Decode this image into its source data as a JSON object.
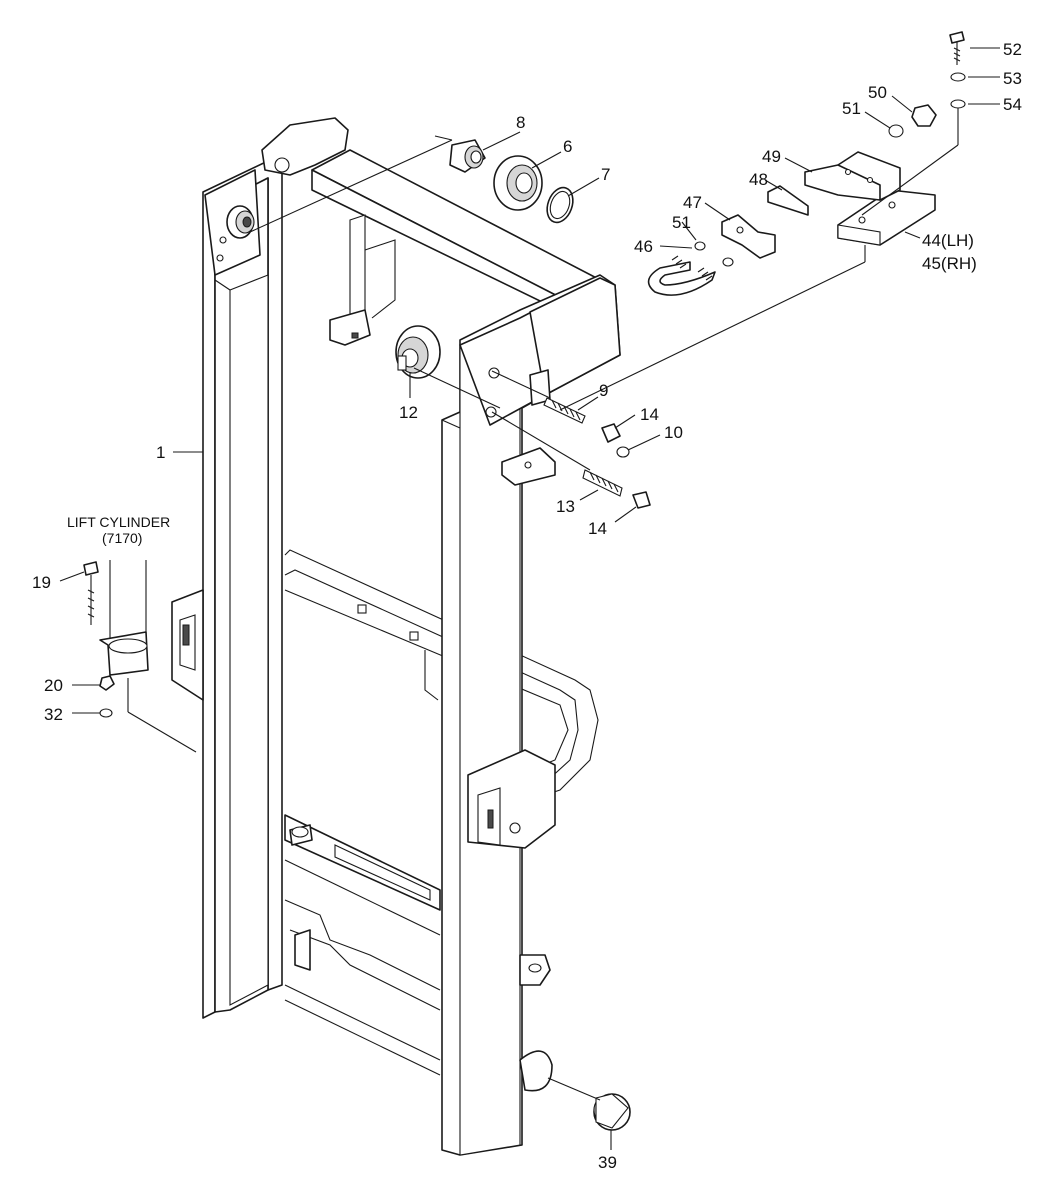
{
  "callouts": [
    {
      "id": "p1",
      "text": "1"
    },
    {
      "id": "p6",
      "text": "6"
    },
    {
      "id": "p7",
      "text": "7"
    },
    {
      "id": "p8",
      "text": "8"
    },
    {
      "id": "p9",
      "text": "9"
    },
    {
      "id": "p10",
      "text": "10"
    },
    {
      "id": "p12",
      "text": "12"
    },
    {
      "id": "p13",
      "text": "13"
    },
    {
      "id": "p14a",
      "text": "14"
    },
    {
      "id": "p14b",
      "text": "14"
    },
    {
      "id": "p19",
      "text": "19"
    },
    {
      "id": "p20",
      "text": "20"
    },
    {
      "id": "p32",
      "text": "32"
    },
    {
      "id": "p39",
      "text": "39"
    },
    {
      "id": "p44",
      "text": "44(LH)"
    },
    {
      "id": "p45",
      "text": "45(RH)"
    },
    {
      "id": "p46",
      "text": "46"
    },
    {
      "id": "p47",
      "text": "47"
    },
    {
      "id": "p48",
      "text": "48"
    },
    {
      "id": "p49",
      "text": "49"
    },
    {
      "id": "p50",
      "text": "50"
    },
    {
      "id": "p51a",
      "text": "51"
    },
    {
      "id": "p51b",
      "text": "51"
    },
    {
      "id": "p52",
      "text": "52"
    },
    {
      "id": "p53",
      "text": "53"
    },
    {
      "id": "p54",
      "text": "54"
    }
  ],
  "lift_cylinder": {
    "label": "LIFT CYLINDER",
    "ref": "(7170)"
  }
}
